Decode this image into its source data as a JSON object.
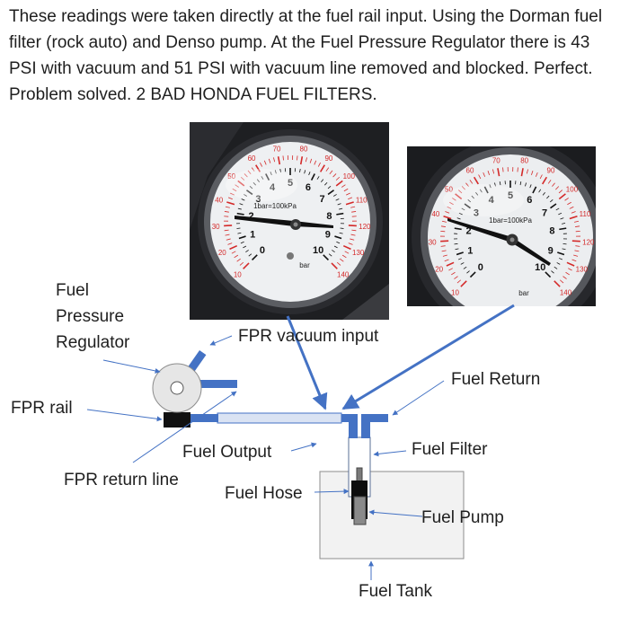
{
  "intro_text": "These readings were taken directly at the fuel rail input. Using the Dorman fuel filter (rock auto) and Denso pump. At the Fuel Pressure Regulator there is 43 PSI with vacuum and 51 PSI with vacuum line removed and blocked. Perfect. Problem solved. 2 BAD HONDA FUEL FILTERS.",
  "labels": {
    "fpr_line1": "Fuel",
    "fpr_line2": "Pressure",
    "fpr_line3": "Regulator",
    "fpr_vacuum_input": "FPR vacuum input",
    "fpr_rail": "FPR rail",
    "fuel_return": "Fuel Return",
    "fuel_output": "Fuel Output",
    "fuel_filter": "Fuel Filter",
    "fpr_return_line": "FPR return line",
    "fuel_hose": "Fuel Hose",
    "fuel_pump": "Fuel Pump",
    "fuel_tank": "Fuel Tank"
  },
  "gauges": [
    {
      "unit_inner": "1bar=100kPa",
      "unit_bar": "bar",
      "outer_ticks": [
        "10",
        "20",
        "30",
        "40",
        "50",
        "60",
        "70",
        "80",
        "90",
        "100",
        "110",
        "120",
        "130",
        "140"
      ],
      "inner_ticks": [
        "0",
        "1",
        "2",
        "3",
        "4",
        "5",
        "6",
        "7",
        "8",
        "9",
        "10"
      ]
    },
    {
      "unit_inner": "1bar=100kPa",
      "unit_bar": "bar",
      "outer_ticks": [
        "10",
        "20",
        "30",
        "40",
        "50",
        "60",
        "70",
        "80",
        "90",
        "100",
        "110",
        "120",
        "130",
        "140"
      ],
      "inner_ticks": [
        "0",
        "1",
        "2",
        "3",
        "4",
        "5",
        "6",
        "7",
        "8",
        "9",
        "10"
      ]
    }
  ],
  "colors": {
    "pipe": "#4472c4",
    "pipe_fill": "#dae3f3",
    "tank_fill": "#f2f2f2",
    "regulator_fill": "#e6e6e6",
    "rail_block": "#111111",
    "gauge_red": "#d42a2a"
  }
}
